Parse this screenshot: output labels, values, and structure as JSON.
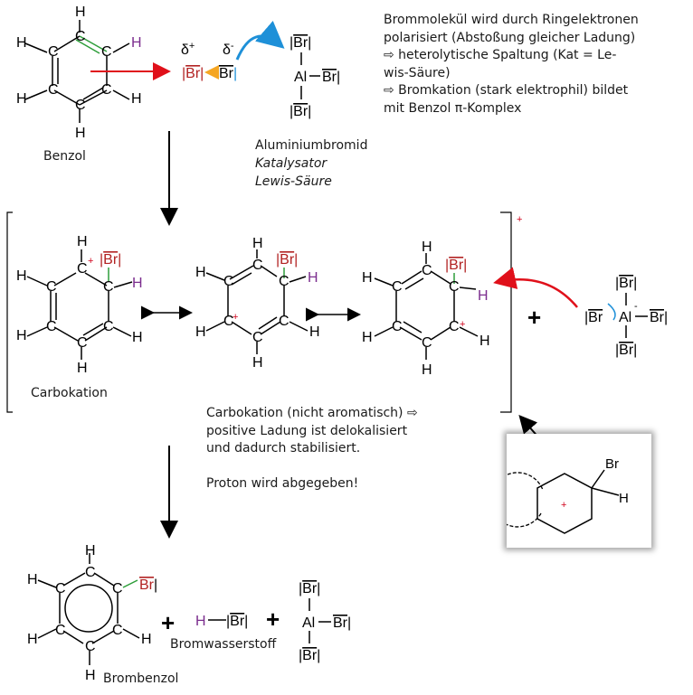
{
  "top": {
    "benzol_label": "Benzol",
    "delta_plus": "δ+",
    "delta_minus": "δ-",
    "catalyst_name": "Aluminiumbromid",
    "catalyst_role": "Katalysator",
    "catalyst_type": "Lewis-Säure",
    "explanation_lines": [
      "Brommolekül wird durch Ringelektronen",
      "polarisiert (Abstoßung gleicher Ladung)",
      "⇨  heterolytische Spaltung (Kat = Le-",
      "wis-Säure)",
      "⇨   Bromkation (stark elektrophil) bildet",
      "mit Benzol π-Komplex"
    ]
  },
  "middle": {
    "carbokation_label": "Carbokation",
    "bracket_charge": "+",
    "explanation_lines": [
      "Carbokation (nicht aromatisch) ⇨",
      "positive Ladung ist delokalisiert",
      "und dadurch stabilisiert."
    ],
    "proton_line": "Proton wird abgegeben!"
  },
  "bottom": {
    "brombenzol_label": "Brombenzol",
    "hbr_label": "Bromwasserstoff"
  },
  "atoms": {
    "H": "H",
    "C": "C",
    "Br": "Br",
    "Al": "Al",
    "plus": "+",
    "minus": "-"
  },
  "colors": {
    "hydrogen_highlight": "#7b2d8e",
    "bromine_highlight": "#b22222",
    "charge": "#d0021b",
    "green_bond": "#2e9e3a",
    "blue_arrow": "#1e90d8",
    "red_arrow": "#e0101a",
    "orange_arrow": "#f5a623"
  }
}
